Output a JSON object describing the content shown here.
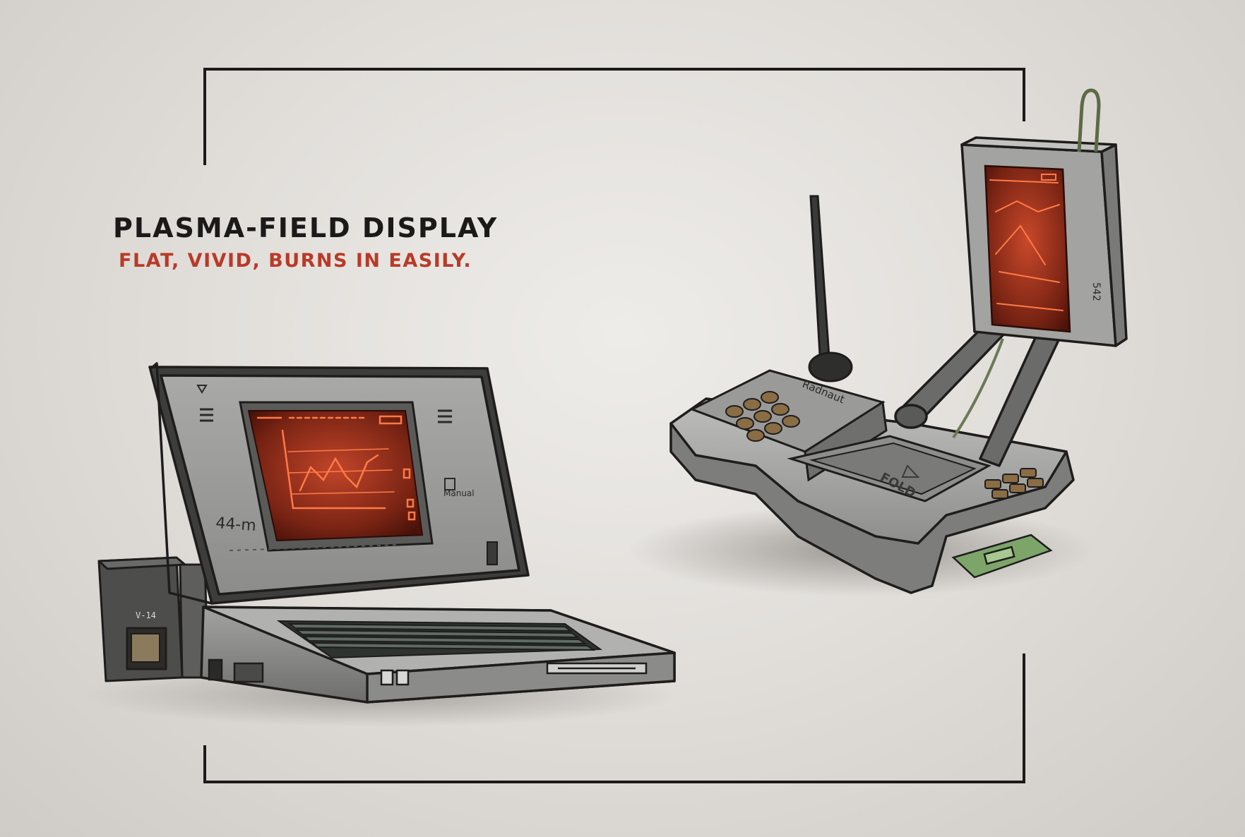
{
  "heading": "PLASMA-FIELD DISPLAY",
  "subheading": "FLAT, VIVID, BURNS IN EASILY.",
  "laptop": {
    "model_label": "44-m",
    "side_label": "V-14",
    "badge_label": "Manual"
  },
  "handheld": {
    "brand_label": "Radnaut",
    "fold_label": "FOLD",
    "screen_code": "542"
  },
  "colors": {
    "screen_glow": "#e0502a",
    "screen_dark": "#5a1a10",
    "accent_red": "#b93a28",
    "frame_line": "#1c1a19",
    "body_gray": "#8a8a88"
  }
}
